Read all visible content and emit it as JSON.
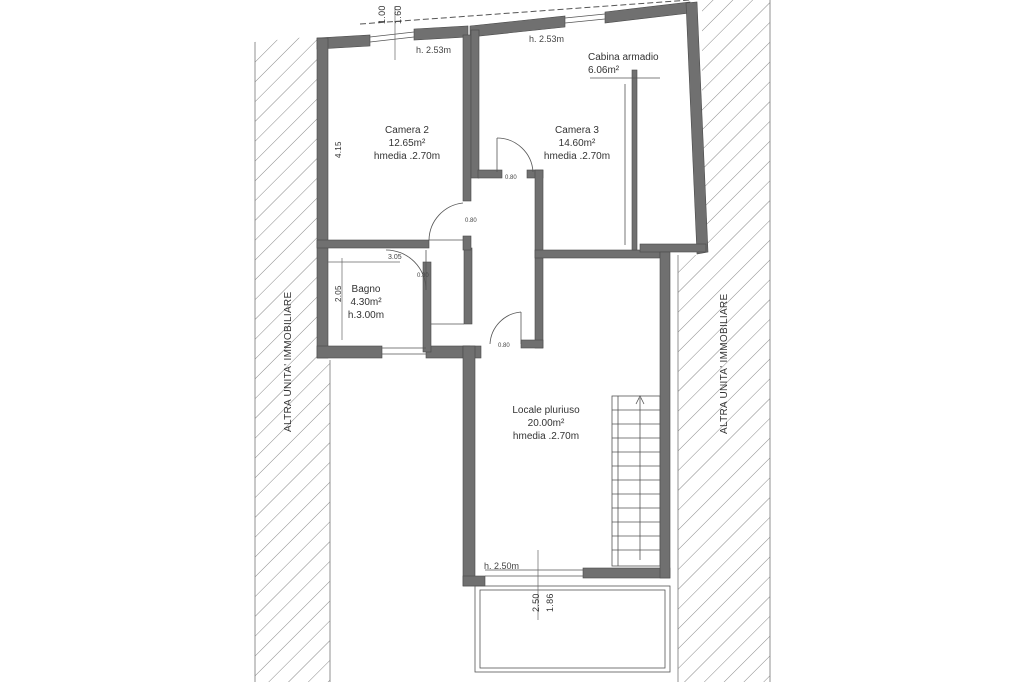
{
  "rooms": {
    "camera2": {
      "name": "Camera 2",
      "area": "12.65m²",
      "height": "hmedia .2.70m"
    },
    "camera3": {
      "name": "Camera 3",
      "area": "14.60m²",
      "height": "hmedia .2.70m"
    },
    "cabina": {
      "name": "Cabina armadio",
      "area": "6.06m²"
    },
    "bagno": {
      "name": "Bagno",
      "area": "4.30m²",
      "height": "h.3.00m"
    },
    "locale": {
      "name": "Locale pluriuso",
      "area": "20.00m²",
      "height": "hmedia .2.70m"
    }
  },
  "dimensions": {
    "h_camera2": "h. 2.53m",
    "h_camera3": "h. 2.53m",
    "h_locale": "h. 2.50m",
    "left_wall": "4.15",
    "bagno_side": "2.05",
    "bagno_top": "3.05",
    "window_a": "1.00",
    "window_b": "1.60",
    "balcony_a": "2.50",
    "balcony_b": "1.86",
    "door_small": "0.80"
  },
  "adjacent": {
    "left": "ALTRA UNITA' IMMOBILIARE",
    "right": "ALTRA UNITA' IMMOBILIARE"
  }
}
